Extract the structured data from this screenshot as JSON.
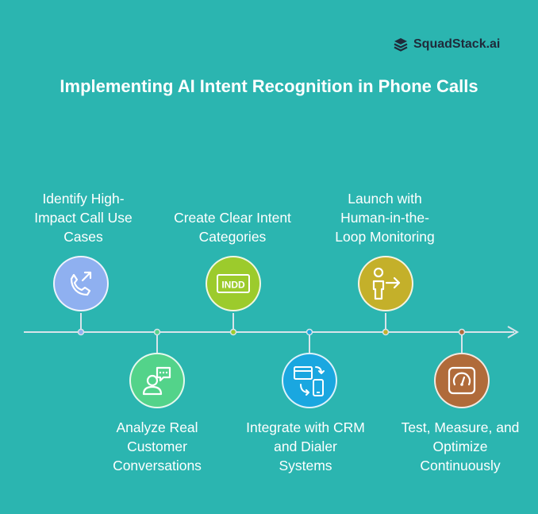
{
  "brand": {
    "name": "SquadStack.ai",
    "icon": "stack-layers-icon"
  },
  "title": "Implementing AI Intent Recognition in Phone Calls",
  "steps": [
    {
      "label": "Identify High-Impact Call Use Cases",
      "icon": "phone-arrow-icon",
      "color": "#8fb0f0"
    },
    {
      "label": "Analyze Real Customer Conversations",
      "icon": "user-chat-icon",
      "color": "#53d38a"
    },
    {
      "label": "Create Clear Intent Categories",
      "icon": "indd-file-icon",
      "color": "#9ccb2c"
    },
    {
      "label": "Integrate with CRM and Dialer Systems",
      "icon": "sync-devices-icon",
      "color": "#1aa7e0"
    },
    {
      "label": "Launch with Human-in-the-Loop Monitoring",
      "icon": "person-arrow-icon",
      "color": "#c4b02a"
    },
    {
      "label": "Test, Measure, and Optimize Continuously",
      "icon": "gauge-icon",
      "color": "#b06b3a"
    }
  ],
  "colors": {
    "background": "#2bb5b0",
    "timeline": "#d8e4ea",
    "title": "#ffffff"
  }
}
